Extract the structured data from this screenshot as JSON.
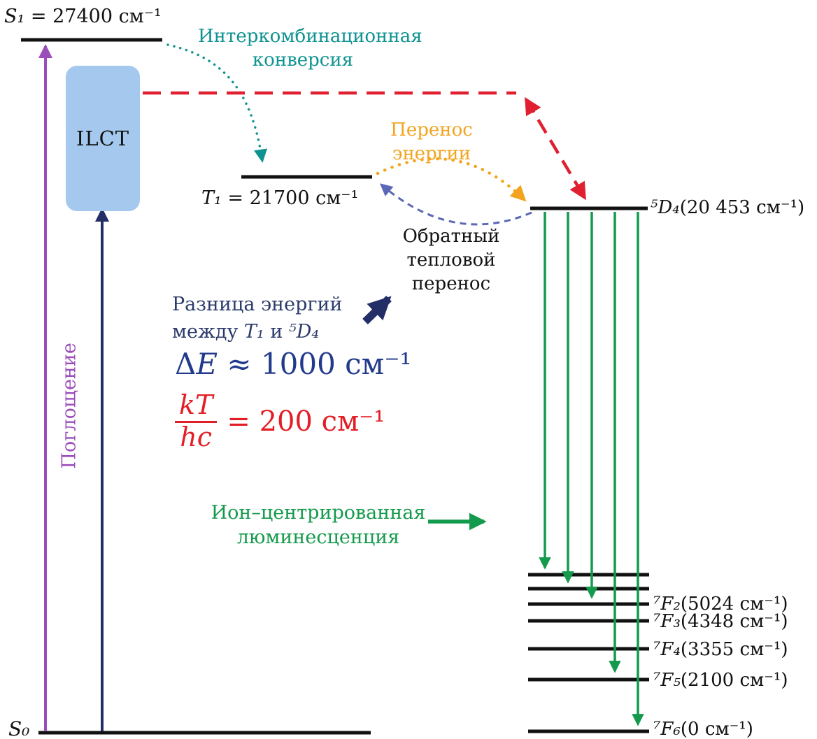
{
  "colors": {
    "level_line": "#111111",
    "absorption_purple": "#9b4dbb",
    "ilct_navy": "#232e66",
    "ilct_box_fill": "#a5c9ee",
    "intersystem_crossing_teal": "#0e9390",
    "ilct_transfer_red": "#e02030",
    "energy_transfer_orange": "#f2a41e",
    "back_transfer_blue": "#5a68b5",
    "luminescence_green": "#149a4c",
    "delta_e_blue": "#223a8c",
    "kt_red": "#e31e26",
    "diff_text_navy": "#2b3a6b"
  },
  "levels": {
    "s1": {
      "sym": "S₁",
      "rest": " = 27400 см⁻¹"
    },
    "s0": {
      "sym": "S₀"
    },
    "t1": {
      "sym": "T₁",
      "rest": " = 21700 см⁻¹"
    },
    "d4": {
      "sym": "⁵D₄",
      "rest": "(20 453 см⁻¹)"
    },
    "f2": {
      "sym": "⁷F₂",
      "rest": "(5024 см⁻¹)"
    },
    "f3": {
      "sym": "⁷F₃",
      "rest": "(4348 см⁻¹)"
    },
    "f4": {
      "sym": "⁷F₄",
      "rest": "(3355 см⁻¹)"
    },
    "f5": {
      "sym": "⁷F₅",
      "rest": "(2100 см⁻¹)"
    },
    "f6": {
      "sym": "⁷F₆",
      "rest": "(0 см⁻¹)"
    }
  },
  "labels": {
    "ilct_box": "ILCT",
    "absorption": "Поглощение",
    "isc_line1": "Интеркомбинационная",
    "isc_line2": "конверсия",
    "energy_transfer_line1": "Перенос",
    "energy_transfer_line2": "энергии",
    "back_transfer_line1": "Обратный",
    "back_transfer_line2": "тепловой",
    "back_transfer_line3": "перенос",
    "diff_line1": "Разница энергий",
    "diff_line2_p1": "между ",
    "diff_line2_p2": "T₁",
    "diff_line2_p3": " и ",
    "diff_line2_p4": "⁵D₄",
    "delta_sym": "Δ",
    "delta_var": "E",
    "delta_rest": " ≈ 1000 см⁻¹",
    "kt_num": "kT",
    "kt_den": "hc",
    "kt_rest": "= 200 см⁻¹",
    "lum_line1": "Ион–центрированная",
    "lum_line2": "люминесценция"
  }
}
